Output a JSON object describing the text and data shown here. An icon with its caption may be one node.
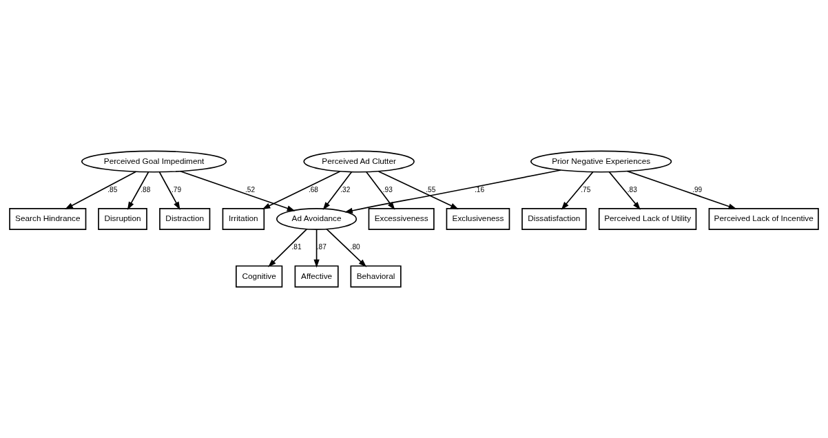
{
  "diagram": {
    "nodes": [
      {
        "text": [
          "Search Hindrance"
        ]
      },
      {
        "text": [
          "Disruption"
        ]
      },
      {
        "text": [
          "Distraction"
        ]
      },
      {
        "text": [
          "Perceived Goal Impediment"
        ]
      },
      {
        "text": [
          "Cognitive"
        ]
      },
      {
        "text": [
          "Affective"
        ]
      },
      {
        "text": [
          "Behavioral"
        ]
      },
      {
        "text": [
          "Excessiveness"
        ]
      },
      {
        "text": [
          "Perceived Ad Clutter"
        ]
      },
      {
        "text": [
          "Ad Avoidance"
        ]
      },
      {
        "text": [
          "Exclusiveness"
        ]
      },
      {
        "text": [
          "Irritation"
        ]
      },
      {
        "text": [
          "Prior Negative Experiences"
        ]
      },
      {
        "text": [
          "Dissatisfaction"
        ]
      },
      {
        "text": [
          "Perceived Lack of Utility"
        ]
      },
      {
        "text": [
          "Perceived Lack of Incentive"
        ]
      }
    ],
    "edges": [
      {
        "from": 3,
        "to": 0,
        "arrow": "to",
        "label": ".85"
      },
      {
        "from": 3,
        "to": 1,
        "arrow": "to",
        "label": ".88"
      },
      {
        "from": 3,
        "to": 2,
        "arrow": "to",
        "label": ".79"
      },
      {
        "from": 9,
        "to": 4,
        "arrow": "to",
        "label": ".81"
      },
      {
        "from": 9,
        "to": 5,
        "arrow": "to",
        "label": ".87"
      },
      {
        "from": 9,
        "to": 6,
        "arrow": "to",
        "label": ".80"
      },
      {
        "from": 8,
        "to": 7,
        "arrow": "to",
        "label": ".93"
      },
      {
        "from": 8,
        "to": 10,
        "arrow": "to",
        "label": ".55"
      },
      {
        "from": 8,
        "to": 11,
        "arrow": "to",
        "label": ".68"
      },
      {
        "from": 3,
        "to": 9,
        "arrow": "to",
        "label": ".52"
      },
      {
        "from": 8,
        "to": 9,
        "arrow": "to",
        "label": ".32"
      },
      {
        "from": 12,
        "to": 9,
        "arrow": "to",
        "label": ".16"
      },
      {
        "from": 12,
        "to": 13,
        "arrow": "to",
        "label": ".75"
      },
      {
        "from": 12,
        "to": 14,
        "arrow": "to",
        "label": ".83"
      },
      {
        "from": 12,
        "to": 15,
        "arrow": "to",
        "label": ".99"
      }
    ]
  }
}
